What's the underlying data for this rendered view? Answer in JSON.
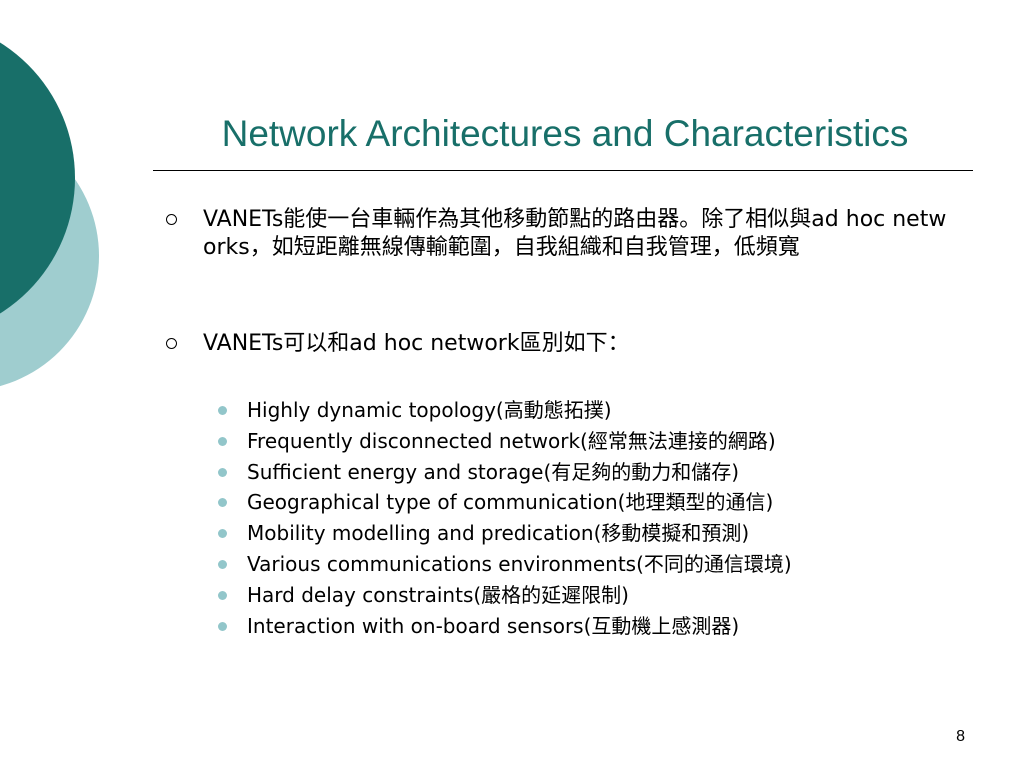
{
  "theme": {
    "accent": "#186F69",
    "light_circle": "#9FCDCF",
    "sub_bullet": "#92C6CA"
  },
  "slide": {
    "title": "Network Architectures and Characteristics",
    "bullets": [
      {
        "text": "VANETs能使一台車輛作為其他移動節點的路由器。除了相似與ad hoc networks，如短距離無線傳輸範圍，自我組織和自我管理，低頻寬"
      },
      {
        "text": "VANETs可以和ad hoc network區別如下："
      }
    ],
    "sub_bullets": [
      {
        "text": "Highly dynamic topology(高動態拓撲)"
      },
      {
        "text": "Frequently disconnected network(經常無法連接的網路)"
      },
      {
        "text": "Sufficient energy and storage(有足夠的動力和儲存)"
      },
      {
        "text": "Geographical type of communication(地理類型的通信)"
      },
      {
        "text": "Mobility modelling and predication(移動模擬和預測)"
      },
      {
        "text": "Various communications environments(不同的通信環境)"
      },
      {
        "text": "Hard delay constraints(嚴格的延遲限制)"
      },
      {
        "text": "Interaction with on-board sensors(互動機上感測器)"
      }
    ],
    "page_number": "8"
  }
}
